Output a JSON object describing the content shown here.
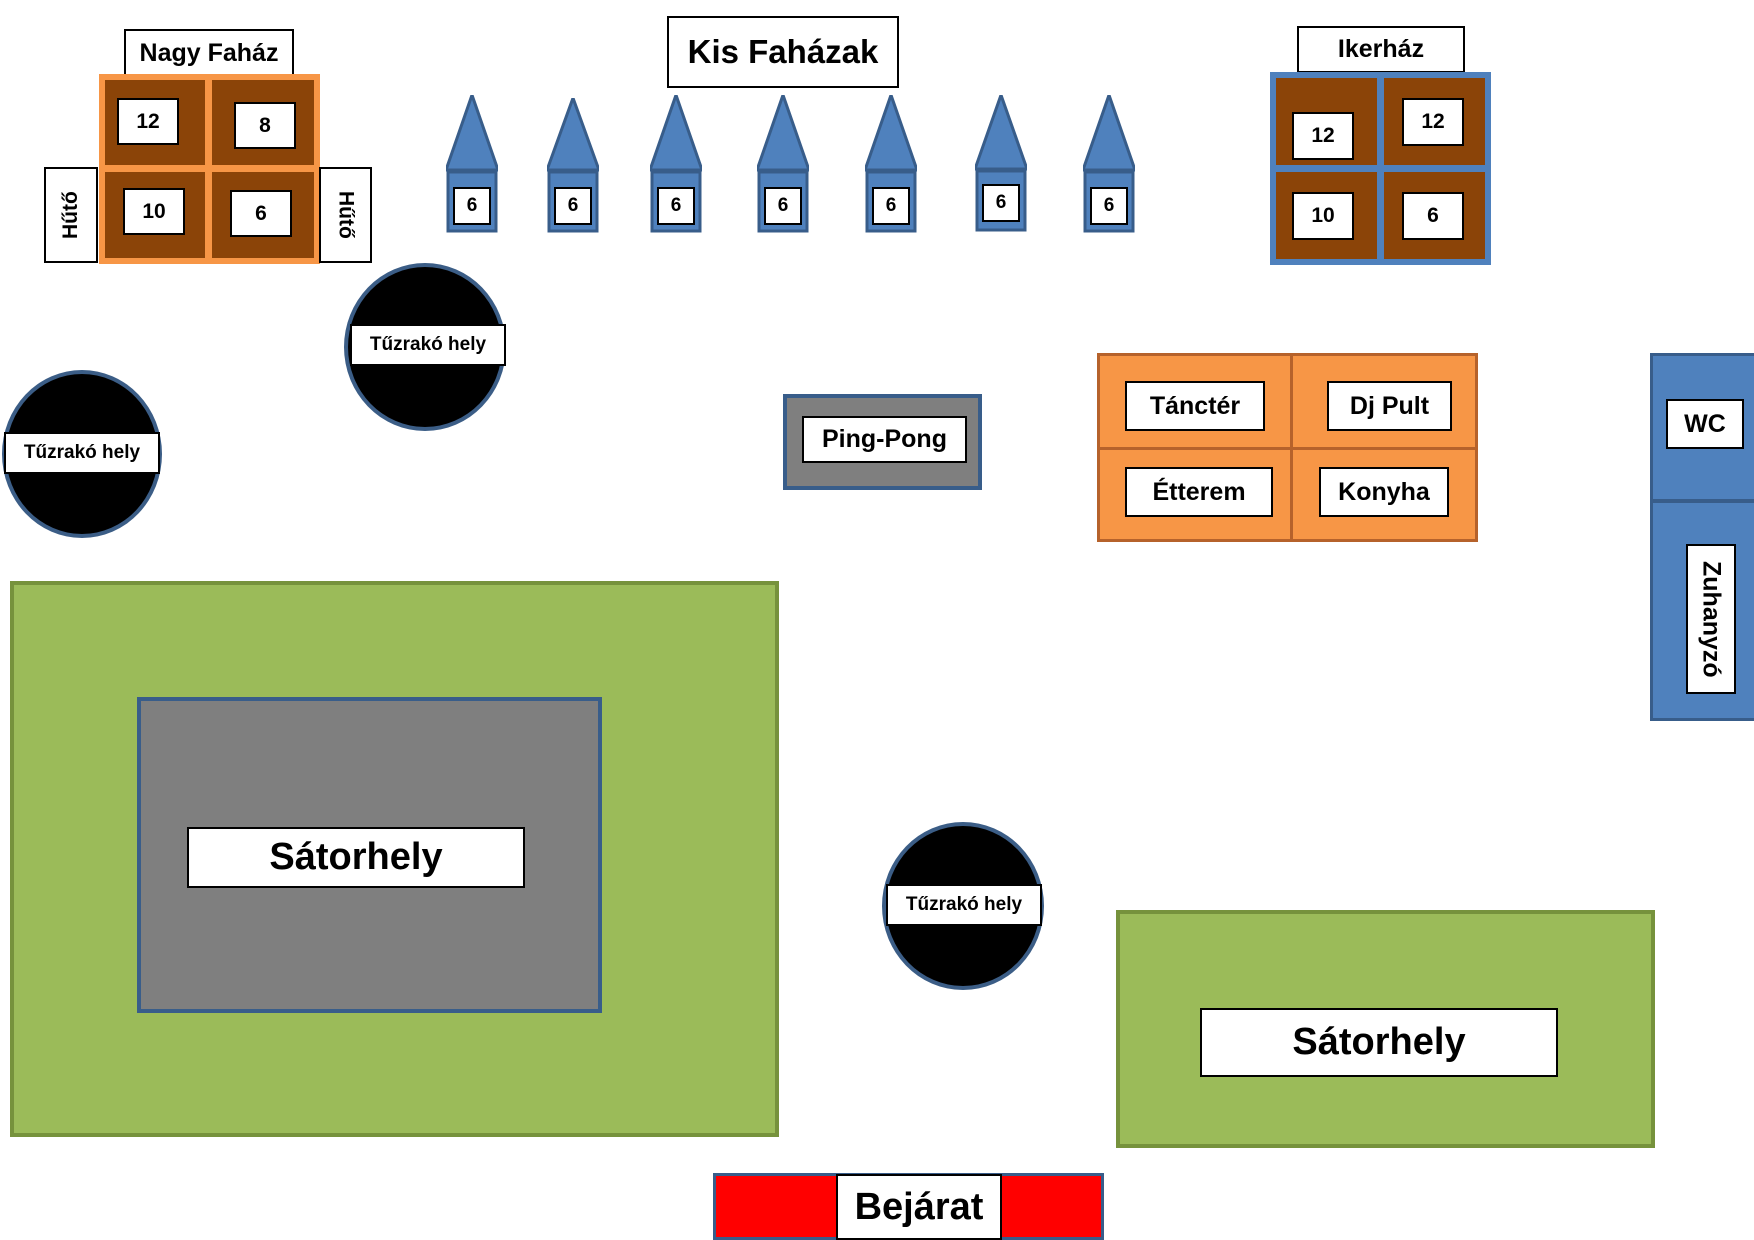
{
  "colors": {
    "wood": "#8B4408",
    "orange": "#F79646",
    "blue": "#4F81BD",
    "blue_dark": "#385D8A",
    "green": "#9BBB59",
    "green_dark": "#76923C",
    "gray": "#7F7F7F",
    "red": "#FF0000",
    "black": "#000000"
  },
  "nagy_fahaz": {
    "title": "Nagy Faház",
    "rooms": [
      "12",
      "8",
      "10",
      "6"
    ],
    "fridge_left": "Hűtő",
    "fridge_right": "Hűtő"
  },
  "kis_fahazak": {
    "title": "Kis Faházak",
    "cabins": [
      "6",
      "6",
      "6",
      "6",
      "6",
      "6",
      "6"
    ]
  },
  "ikerhaz": {
    "title": "Ikerház",
    "rooms": [
      "12",
      "12",
      "10",
      "6"
    ]
  },
  "fire_pits": [
    "Tűzrakó hely",
    "Tűzrakó hely",
    "Tűzrakó hely"
  ],
  "ping_pong": "Ping-Pong",
  "hall": {
    "dance_floor": "Tánctér",
    "dj": "Dj Pult",
    "restaurant": "Étterem",
    "kitchen": "Konyha"
  },
  "sanitary": {
    "wc": "WC",
    "shower": "Zuhanyzó"
  },
  "camping": [
    "Sátorhely",
    "Sátorhely"
  ],
  "entrance": "Bejárat"
}
